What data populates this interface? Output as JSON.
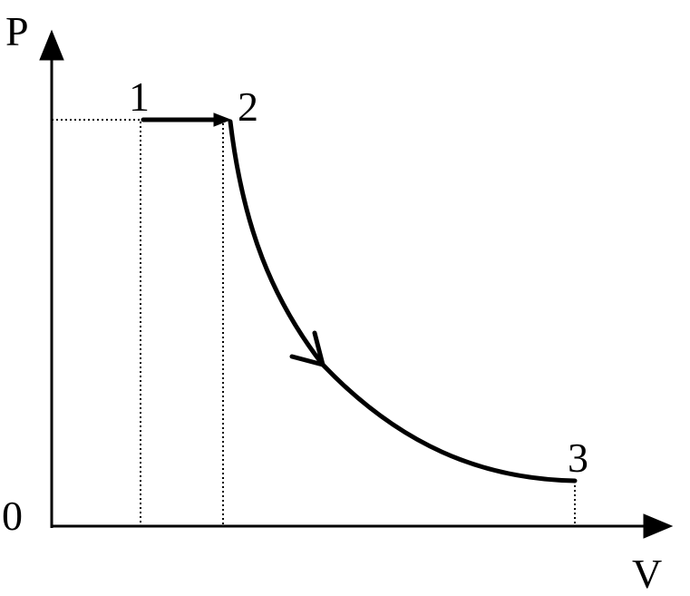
{
  "axes": {
    "y_label": "P",
    "x_label": "V",
    "origin_label": "0"
  },
  "states": [
    {
      "id": "1",
      "label": "1"
    },
    {
      "id": "2",
      "label": "2"
    },
    {
      "id": "3",
      "label": "3"
    }
  ],
  "processes": [
    {
      "from": "1",
      "to": "2",
      "kind": "isobaric"
    },
    {
      "from": "2",
      "to": "3",
      "kind": "expansion-curve"
    }
  ]
}
